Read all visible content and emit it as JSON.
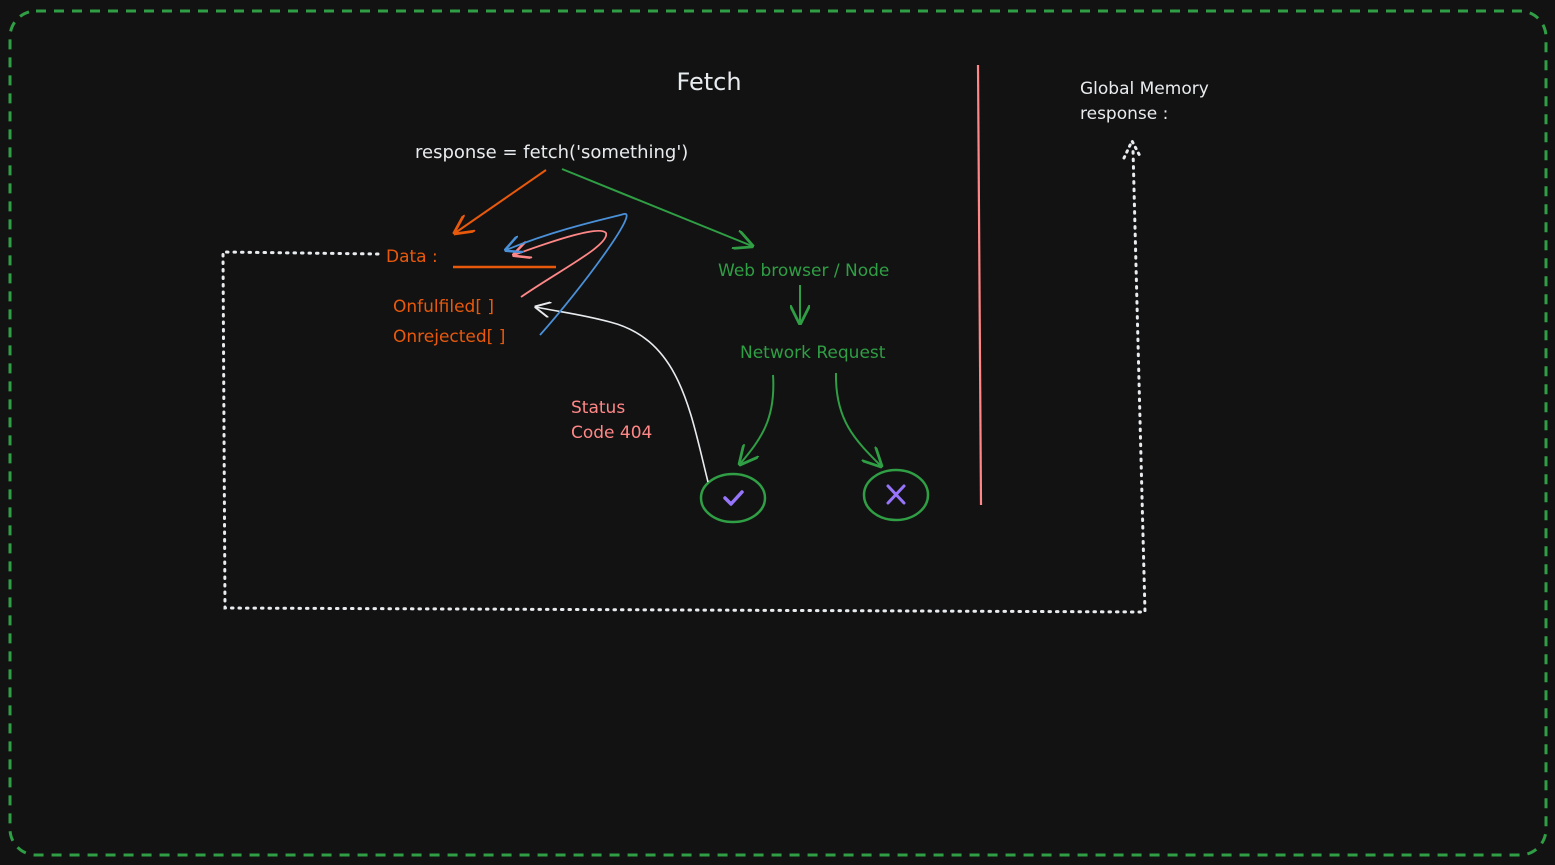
{
  "colors": {
    "background": "#121212",
    "frame": "#2f9e44",
    "white": "#e9ecef",
    "orange": "#e8590c",
    "green": "#2f9e44",
    "red": "#ff8787",
    "blue": "#4a90d9",
    "purple": "#9775fa"
  },
  "title": "Fetch",
  "code": "response = fetch('something')",
  "promise": {
    "data_label": "Data :",
    "onfulfilled": "Onfulfiled[ ]",
    "onrejected": "Onrejected[ ]"
  },
  "flow": {
    "browser": "Web browser / Node",
    "network": "Network Request",
    "status": [
      "Status",
      "Code 404"
    ],
    "success_icon": "checkmark-icon",
    "failure_icon": "x-icon"
  },
  "memory": {
    "title": "Global Memory",
    "response": "response :"
  }
}
